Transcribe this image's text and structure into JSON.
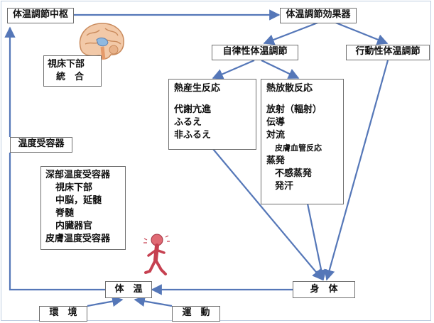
{
  "nodes": {
    "center": "体温調節中枢",
    "effector": "体温調節効果器",
    "autonomic": "自律性体温調節",
    "behavioral": "行動性体温調節",
    "hypothalamus": [
      "視床下部",
      "統　合"
    ],
    "thermo_production": {
      "title": "熱産生反応",
      "items": [
        "代謝亢進",
        "ふるえ",
        "非ふるえ"
      ]
    },
    "heat_loss": {
      "title": "熱放散反応",
      "items": [
        "放射（輻射）",
        "伝導",
        "対流",
        "皮膚血管反応",
        "蒸発",
        "不感蒸発",
        "発汗"
      ]
    },
    "receptor": "温度受容器",
    "receptor_list": [
      "深部温度受容器",
      "視床下部",
      "中脳，延髄",
      "脊髄",
      "内臓器官",
      "皮膚温度受容器"
    ],
    "body_temp": "体　温",
    "body": "身　体",
    "environment": "環　境",
    "exercise": "運　動"
  },
  "colors": {
    "arrow": "#5577b8",
    "box_border": "#6f6f6f"
  }
}
